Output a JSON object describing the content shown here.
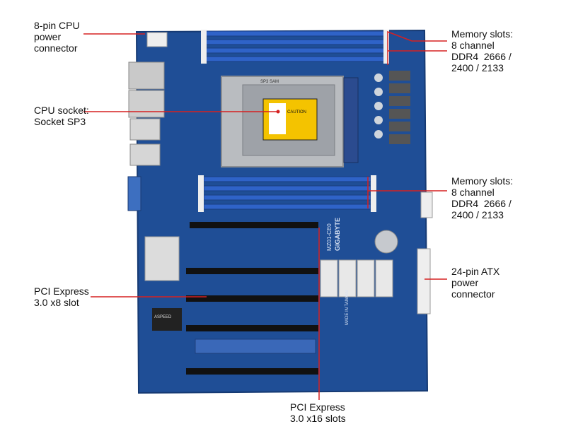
{
  "labels": {
    "cpu_power": "8-pin CPU\npower\nconnector",
    "cpu_socket": "CPU socket:\nSocket SP3",
    "pcie_x8": "PCI Express\n3.0 x8 slot",
    "memory_top": "Memory slots:\n8 channel\nDDR4  2666 /\n2400 / 2133",
    "memory_bottom": "Memory slots:\n8 channel\nDDR4  2666 /\n2400 / 2133",
    "atx_power": "24-pin ATX\npower\nconnector",
    "pcie_x16": "PCI Express\n3.0 x16 slots"
  },
  "board": {
    "socket_label": "SP3 SAM",
    "caution_label": "CAUTION",
    "brand": "GIGABYTE",
    "model": "MZ01-CE0",
    "bmc_chip": "ASPEED",
    "made_in": "MADE IN TAIWAN"
  },
  "colors": {
    "pcb": "#1f4e96",
    "pcb_dark": "#173f7d",
    "slot_black": "#111111",
    "dimm_blue": "#2f63c8",
    "callout_line": "#d62020"
  }
}
